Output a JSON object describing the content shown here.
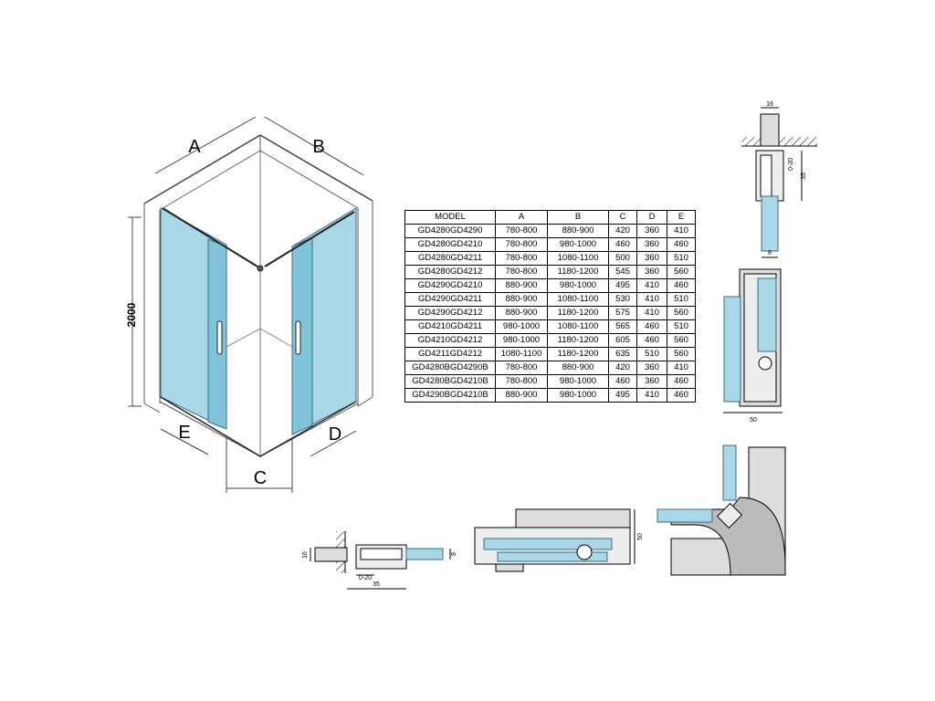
{
  "enclosure": {
    "labels": {
      "a": "A",
      "b": "B",
      "c": "C",
      "d": "D",
      "e": "E"
    },
    "height": "2000"
  },
  "spec_table": {
    "headers": [
      "MODEL",
      "A",
      "B",
      "C",
      "D",
      "E"
    ],
    "rows": [
      [
        "GD4280GD4290",
        "780-800",
        "880-900",
        "420",
        "360",
        "410"
      ],
      [
        "GD4280GD4210",
        "780-800",
        "980-1000",
        "460",
        "360",
        "460"
      ],
      [
        "GD4280GD4211",
        "780-800",
        "1080-1100",
        "500",
        "360",
        "510"
      ],
      [
        "GD4280GD4212",
        "780-800",
        "1180-1200",
        "545",
        "360",
        "560"
      ],
      [
        "GD4290GD4210",
        "880-900",
        "980-1000",
        "495",
        "410",
        "460"
      ],
      [
        "GD4290GD4211",
        "880-900",
        "1080-1100",
        "530",
        "410",
        "510"
      ],
      [
        "GD4290GD4212",
        "880-900",
        "1180-1200",
        "575",
        "410",
        "560"
      ],
      [
        "GD4210GD4211",
        "980-1000",
        "1080-1100",
        "565",
        "460",
        "510"
      ],
      [
        "GD4210GD4212",
        "980-1000",
        "1180-1200",
        "605",
        "460",
        "560"
      ],
      [
        "GD4211GD4212",
        "1080-1100",
        "1180-1200",
        "635",
        "510",
        "560"
      ],
      [
        "GD4280BGD4290B",
        "780-800",
        "880-900",
        "420",
        "360",
        "410"
      ],
      [
        "GD4280BGD4210B",
        "780-800",
        "980-1000",
        "460",
        "360",
        "460"
      ],
      [
        "GD4290BGD4210B",
        "880-900",
        "980-1000",
        "495",
        "410",
        "460"
      ]
    ]
  },
  "wall_profile_vertical": {
    "width": "16",
    "adjust": "0-20",
    "depth": "35",
    "glass": "8"
  },
  "corner_detail": {
    "width": "50"
  },
  "wall_profile_horizontal": {
    "width": "16",
    "glass": "8",
    "adjust": "0-20",
    "depth": "35"
  },
  "door_detail": {
    "height": "50"
  }
}
